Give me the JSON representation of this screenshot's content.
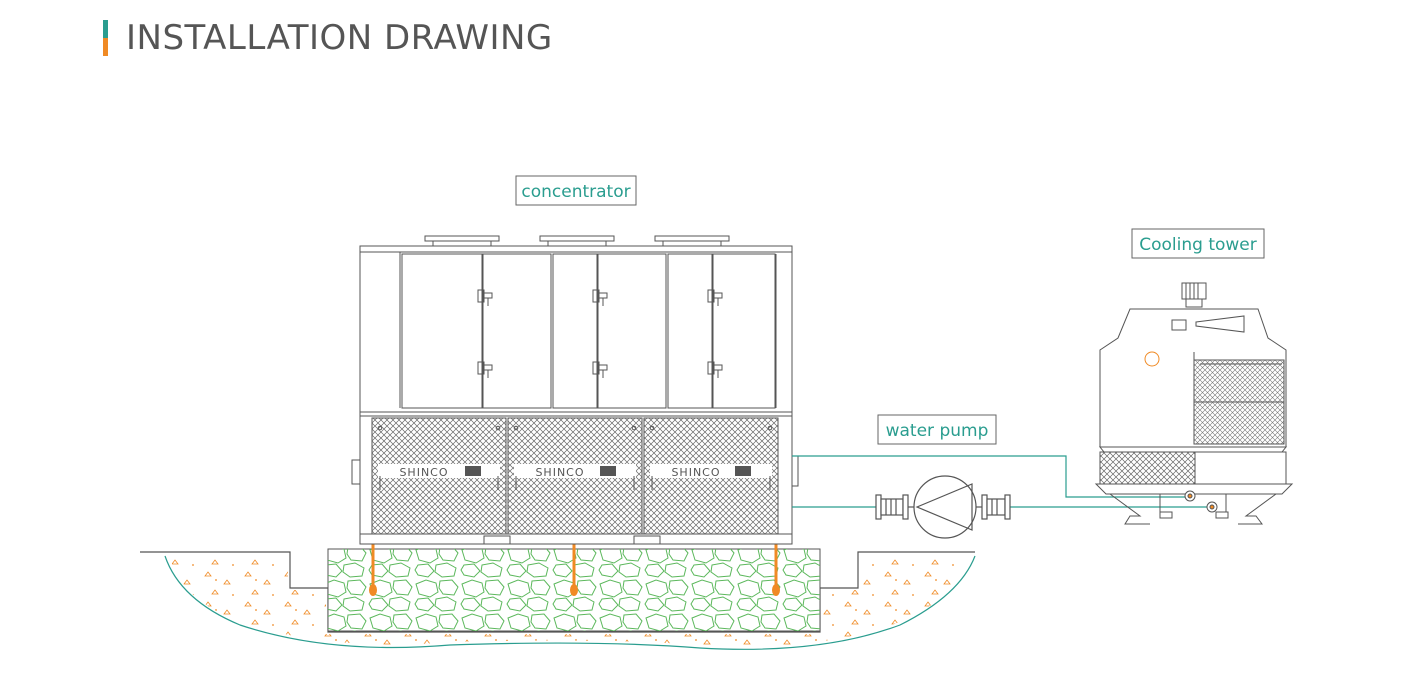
{
  "header": {
    "title": "INSTALLATION DRAWING"
  },
  "labels": {
    "concentrator": "concentrator",
    "cooling_tower": "Cooling tower",
    "water_pump": "water pump"
  },
  "brand_mark": "SHINCO",
  "colors": {
    "accent_teal": "#2a9d8f",
    "accent_orange": "#f08a24",
    "line": "#555555",
    "pipe": "#2a9d8f",
    "foundation_green": "#5cb85c"
  }
}
